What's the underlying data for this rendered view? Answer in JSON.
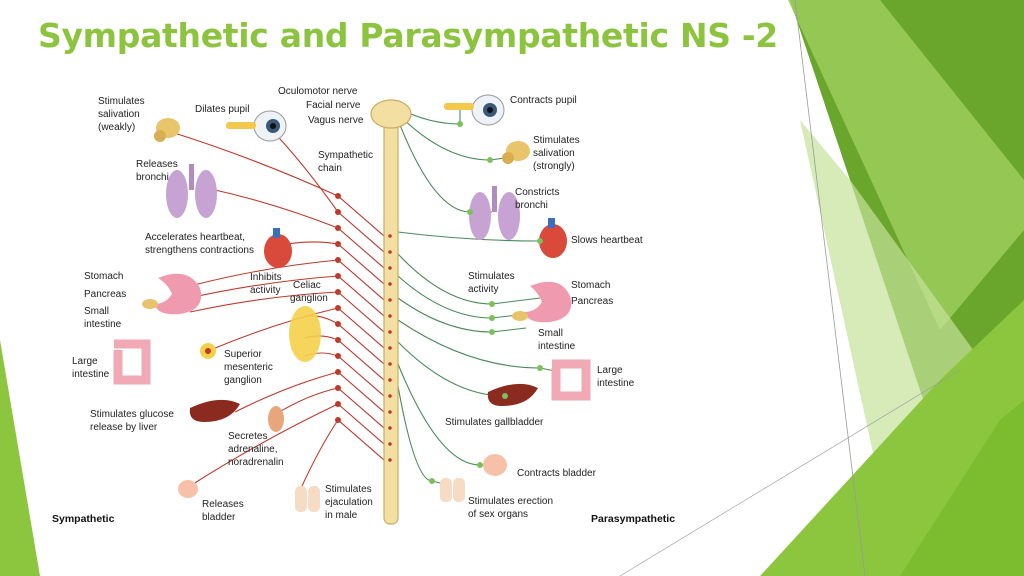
{
  "slide": {
    "title": "Sympathetic and Parasympathetic NS -2",
    "colors": {
      "title": "#8dc43f",
      "green_dark": "#6aa62c",
      "green_mid": "#8cc63f",
      "green_light": "#c5e39a",
      "sympathetic_nerve": "#c0392b",
      "parasympathetic_nerve": "#4a8a5a"
    }
  },
  "diagram": {
    "sides": {
      "left": "Sympathetic",
      "right": "Parasympathetic"
    },
    "top_nerves": [
      "Oculomotor nerve",
      "Facial nerve",
      "Vagus nerve"
    ],
    "sympathetic_labels": {
      "salivation": [
        "Stimulates",
        "salivation",
        "(weakly)"
      ],
      "pupil": [
        "Dilates pupil"
      ],
      "chain": [
        "Sympathetic",
        "chain"
      ],
      "bronchi": [
        "Releases",
        "bronchi"
      ],
      "heart": [
        "Accelerates heartbeat,",
        "strengthens contractions"
      ],
      "stomach": [
        "Stomach"
      ],
      "pancreas": [
        "Pancreas"
      ],
      "small_intestine": [
        "Small",
        "intestine"
      ],
      "inhibits": [
        "Inhibits",
        "activity"
      ],
      "celiac": [
        "Celiac",
        "ganglion"
      ],
      "large_intestine": [
        "Large",
        "intestine"
      ],
      "sup_mesenteric": [
        "Superior",
        "mesenteric",
        "ganglion"
      ],
      "glucose": [
        "Stimulates glucose",
        "release by liver"
      ],
      "adrenal": [
        "Secretes",
        "adrenaline,",
        "noradrenalin"
      ],
      "bladder": [
        "Releases",
        "bladder"
      ],
      "ejaculation": [
        "Stimulates",
        "ejaculation",
        "in male"
      ]
    },
    "parasympathetic_labels": {
      "pupil": [
        "Contracts pupil"
      ],
      "salivation": [
        "Stimulates",
        "salivation",
        "(strongly)"
      ],
      "bronchi": [
        "Constricts",
        "bronchi"
      ],
      "heart": [
        "Slows heartbeat"
      ],
      "stimulates": [
        "Stimulates",
        "activity"
      ],
      "stomach": [
        "Stomach"
      ],
      "pancreas": [
        "Pancreas"
      ],
      "small_intestine": [
        "Small",
        "intestine"
      ],
      "large_intestine": [
        "Large",
        "intestine"
      ],
      "gallbladder": [
        "Stimulates  gallbladder"
      ],
      "bladder": [
        "Contracts bladder"
      ],
      "erection": [
        "Stimulates erection",
        "of sex organs"
      ]
    }
  }
}
